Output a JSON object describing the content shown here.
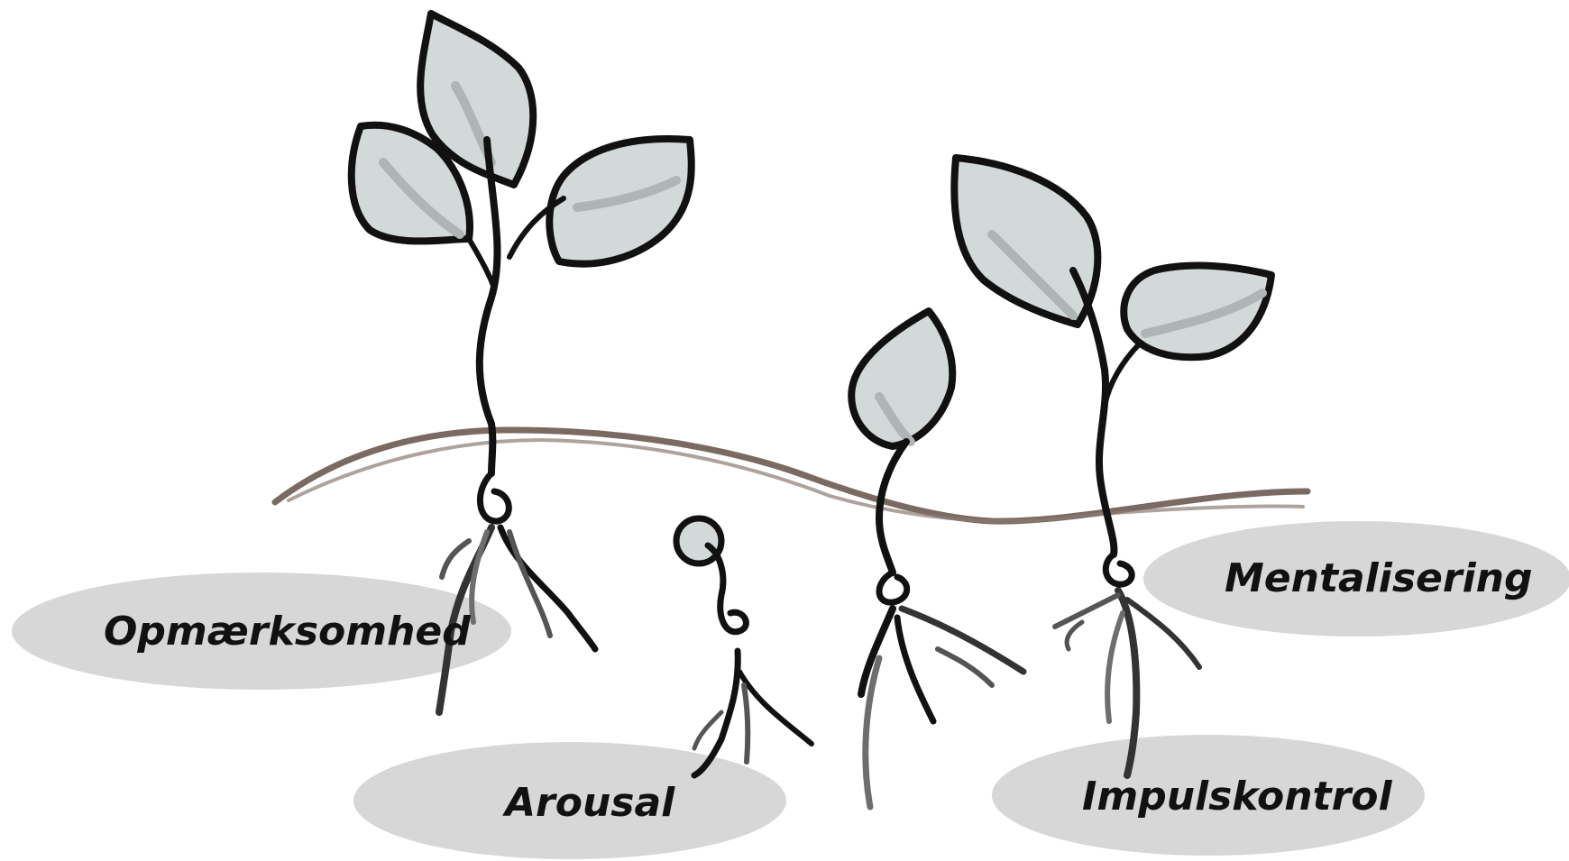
{
  "labels": {
    "opmaerksomhed": "Opmærksomhed",
    "arousal": "Arousal",
    "mentalisering": "Mentalisering",
    "impulskontrol": "Impulskontrol"
  },
  "colors": {
    "ink": "#111111",
    "leaf_fill": "#d3d9d9",
    "leaf_shade": "#b0b4b4",
    "soil_line": "#7a6a62",
    "label_bubble": "#d7d7d7",
    "root_gray": "#6e6e6e"
  }
}
